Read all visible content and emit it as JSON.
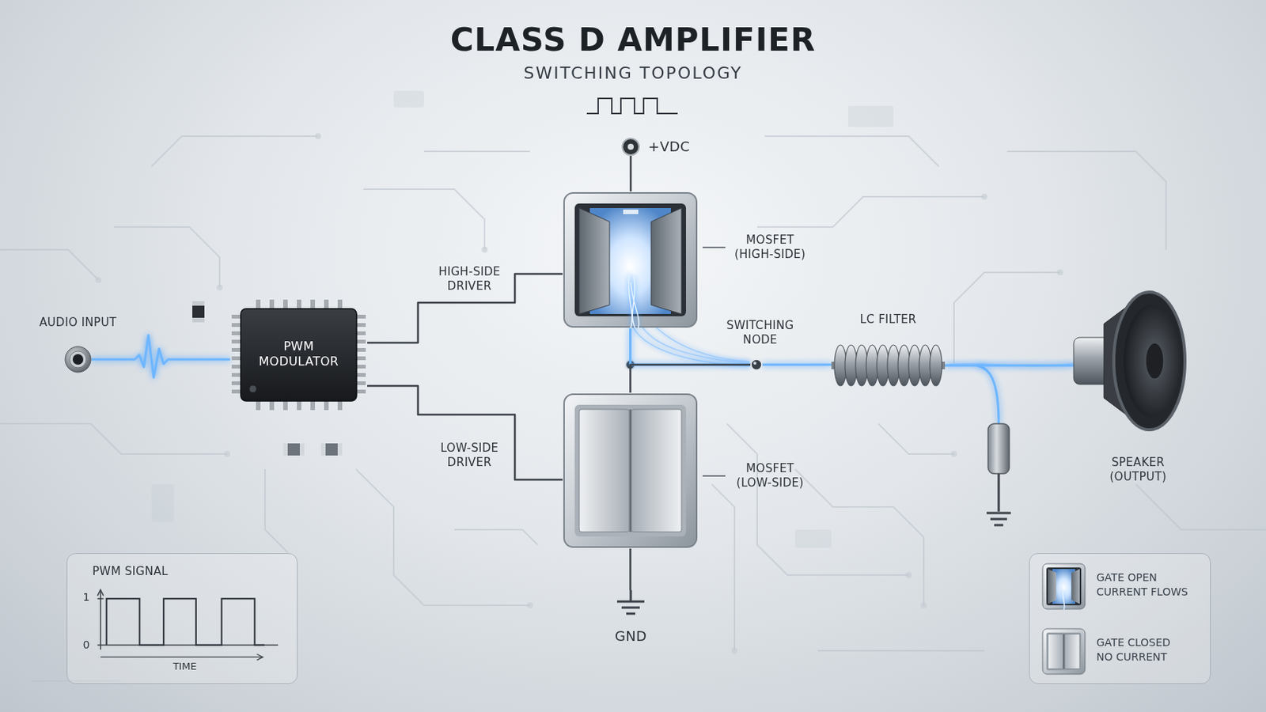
{
  "diagram": {
    "title": "CLASS D AMPLIFIER",
    "caption": "SWITCHING TOPOLOGY",
    "nodes": [
      {
        "text": [
          "AUDIO INPUT"
        ]
      },
      {
        "text": [
          "PWM MODULATOR"
        ]
      },
      {
        "text": [
          "+VDC"
        ]
      },
      {
        "text": [
          "MOSFET (HIGH-SIDE)"
        ]
      },
      {
        "text": [
          "SWITCHING NODE"
        ]
      },
      {
        "text": [
          "MOSFET (LOW-SIDE)"
        ]
      },
      {
        "text": [
          "GND"
        ]
      },
      {
        "text": [
          "LC FILTER"
        ]
      },
      {
        "text": [
          "SPEAKER (OUTPUT)"
        ]
      },
      {
        "text": [
          "PWM SIGNAL"
        ]
      }
    ],
    "edges": [
      {
        "from": 0,
        "to": 1,
        "arrow": "none"
      },
      {
        "from": 1,
        "to": 3,
        "label": "HIGH-SIDE DRIVER",
        "arrow": "none"
      },
      {
        "from": 1,
        "to": 5,
        "label": "LOW-SIDE DRIVER",
        "arrow": "none"
      },
      {
        "from": 2,
        "to": 3,
        "arrow": "none"
      },
      {
        "from": 3,
        "to": 4,
        "arrow": "none"
      },
      {
        "from": 5,
        "to": 4,
        "arrow": "none"
      },
      {
        "from": 5,
        "to": 6,
        "arrow": "none"
      },
      {
        "from": 4,
        "to": 7,
        "arrow": "none"
      },
      {
        "from": 7,
        "to": 8,
        "arrow": "none"
      }
    ],
    "labels": [
      "1",
      "0",
      "TIME"
    ],
    "legend": [
      {
        "text": "GATE OPEN CURRENT FLOWS"
      },
      {
        "text": "GATE CLOSED NO CURRENT"
      }
    ]
  }
}
